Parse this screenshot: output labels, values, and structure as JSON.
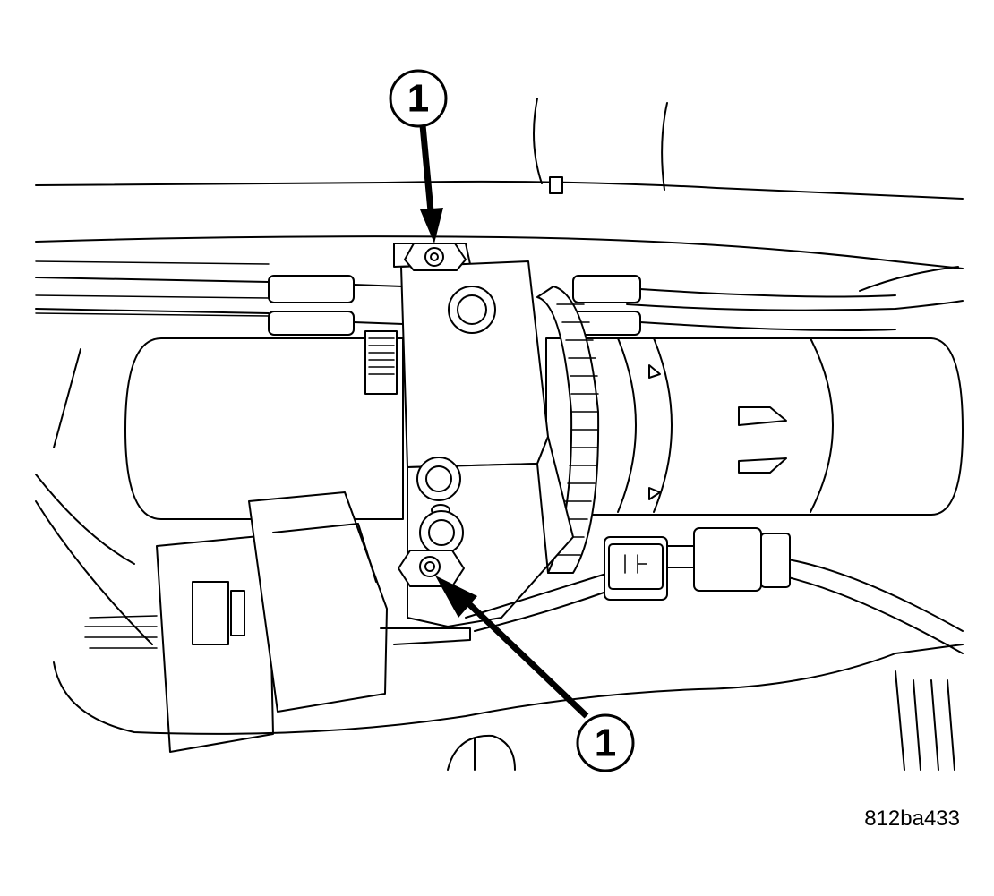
{
  "figure": {
    "id": "812ba433"
  },
  "callouts": [
    {
      "label": "1"
    },
    {
      "label": "1"
    }
  ]
}
